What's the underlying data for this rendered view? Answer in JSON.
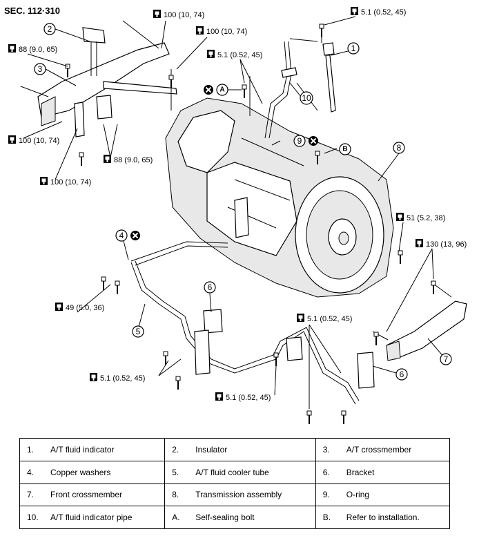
{
  "section_code": "SEC. 112·310",
  "torques": {
    "t1": "100 (10, 74)",
    "t2": "100 (10, 74)",
    "t3": "5.1 (0.52, 45)",
    "t4": "88 (9.0, 65)",
    "t5": "5.1 (0.52, 45)",
    "t6": "100 (10, 74)",
    "t7": "88 (9.0, 65)",
    "t8": "100 (10, 74)",
    "t9": "51 (5.2, 38)",
    "t10": "130 (13, 96)",
    "t11": "49 (5.0, 36)",
    "t12": "5.1 (0.52, 45)",
    "t13": "5.1 (0.52, 45)",
    "t14": "5.1 (0.52, 45)"
  },
  "callouts": {
    "c1": "1",
    "c2": "2",
    "c3": "3",
    "c4": "4",
    "c5": "5",
    "c6a": "6",
    "c6b": "6",
    "c7": "7",
    "c8": "8",
    "c9": "9",
    "c10": "10",
    "cA": "A",
    "cB": "B"
  },
  "legend": [
    [
      {
        "num": "1.",
        "text": "A/T fluid indicator"
      },
      {
        "num": "2.",
        "text": "Insulator"
      },
      {
        "num": "3.",
        "text": "A/T crossmember"
      }
    ],
    [
      {
        "num": "4.",
        "text": "Copper washers"
      },
      {
        "num": "5.",
        "text": "A/T fluid cooler tube"
      },
      {
        "num": "6.",
        "text": "Bracket"
      }
    ],
    [
      {
        "num": "7.",
        "text": "Front crossmember"
      },
      {
        "num": "8.",
        "text": "Transmission assembly"
      },
      {
        "num": "9.",
        "text": "O-ring"
      }
    ],
    [
      {
        "num": "10.",
        "text": "A/T fluid indicator pipe"
      },
      {
        "num": "A.",
        "text": "Self-sealing bolt"
      },
      {
        "num": "B.",
        "text": "Refer to installation."
      }
    ]
  ]
}
